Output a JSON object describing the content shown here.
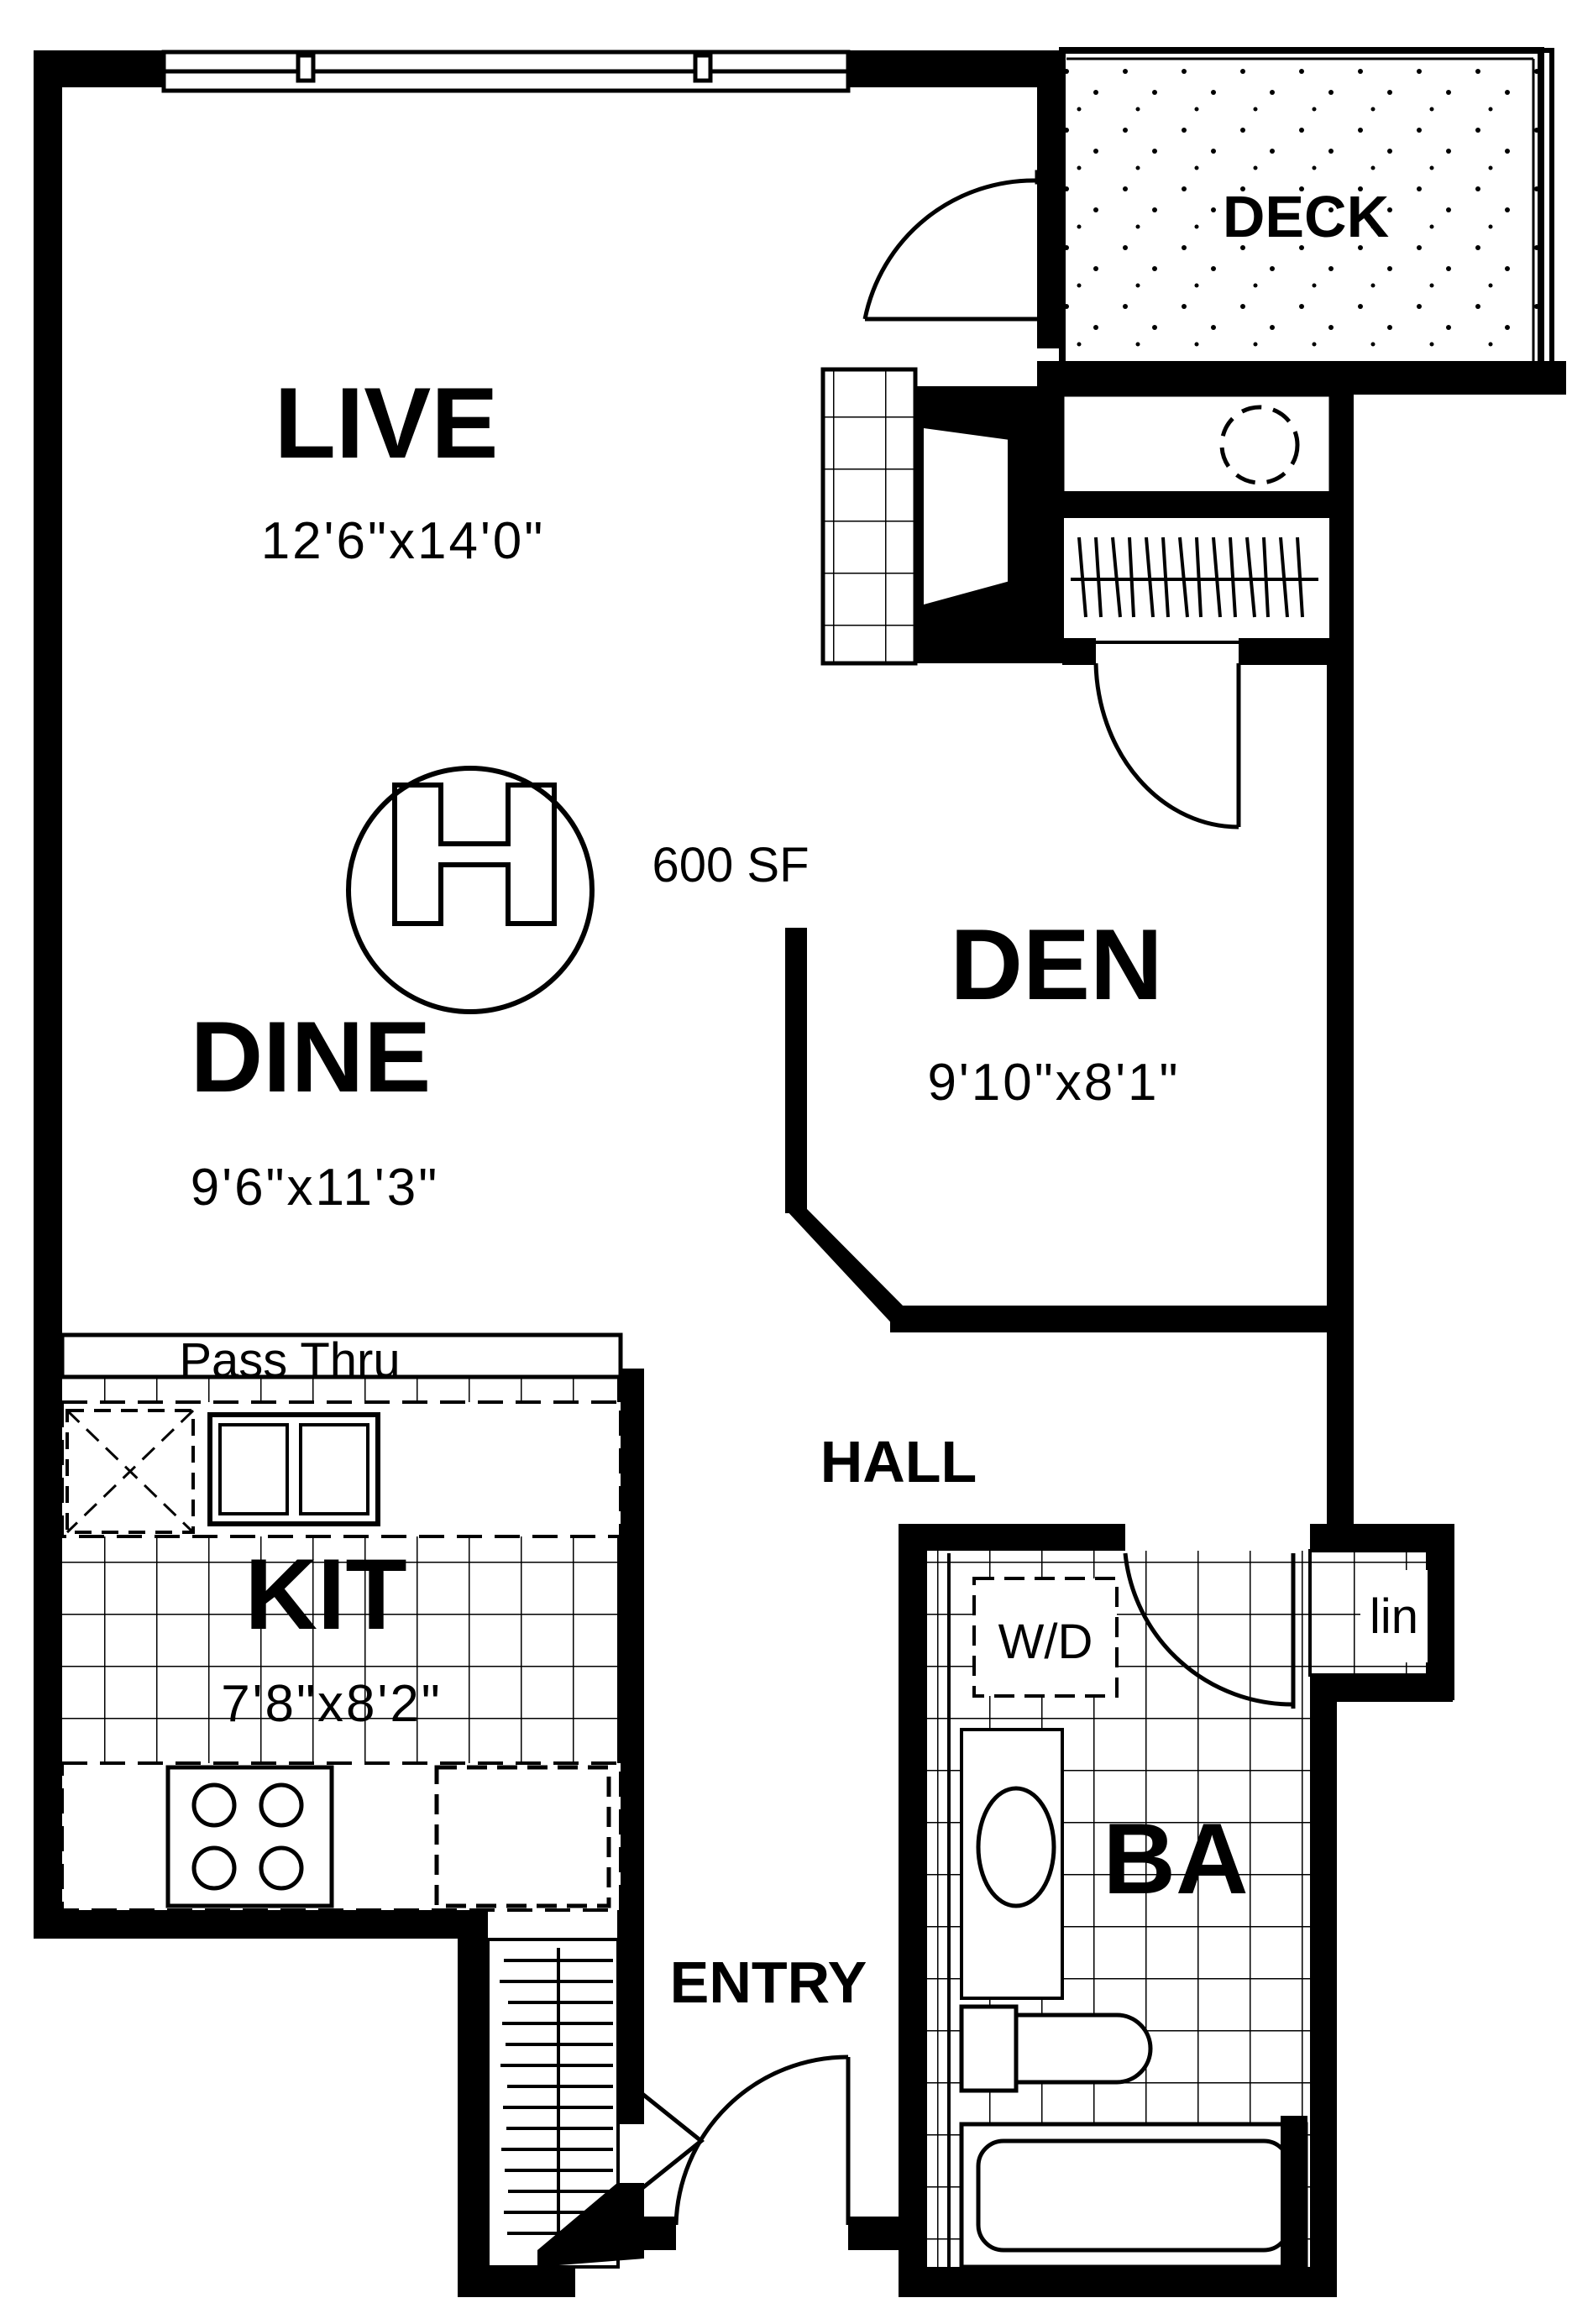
{
  "rooms": {
    "live": {
      "name": "LIVE",
      "dims": "12'6\"x14'0\""
    },
    "dine": {
      "name": "DINE",
      "dims": "9'6\"x11'3\""
    },
    "den": {
      "name": "DEN",
      "dims": "9'10\"x8'1\""
    },
    "kit": {
      "name": "KIT",
      "dims": "7'8\"x8'2\""
    },
    "deck": {
      "name": "DECK"
    },
    "ba": {
      "name": "BA"
    },
    "hall": {
      "name": "HALL"
    },
    "entry": {
      "name": "ENTRY"
    },
    "lin": {
      "name": "lin"
    },
    "wd": {
      "name": "W/D"
    }
  },
  "area": "600 SF",
  "pass_thru": "Pass Thru",
  "colors": {
    "ink": "#000000",
    "paper": "#ffffff"
  }
}
